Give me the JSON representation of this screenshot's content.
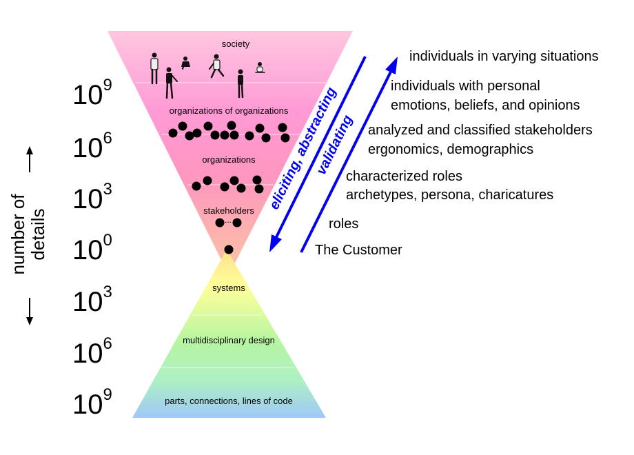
{
  "levels": {
    "upper": [
      {
        "base": "10",
        "exp": "9"
      },
      {
        "base": "10",
        "exp": "6"
      },
      {
        "base": "10",
        "exp": "3"
      },
      {
        "base": "10",
        "exp": "0"
      }
    ],
    "lower": [
      {
        "base": "10",
        "exp": "3"
      },
      {
        "base": "10",
        "exp": "6"
      },
      {
        "base": "10",
        "exp": "9"
      }
    ]
  },
  "axis": {
    "line1": "number of",
    "line2": "details"
  },
  "upper_funnel": {
    "society": "society",
    "org_of_orgs": "organizations of organizations",
    "organizations": "organizations",
    "stakeholders": "stakeholders",
    "stakeholders_dots": "..."
  },
  "lower_funnel": {
    "systems": "systems",
    "multidisciplinary": "multidisciplinary design",
    "parts": "parts, connections, lines of code"
  },
  "arrows": {
    "down_label": "eliciting, abstracting",
    "up_label": "validating",
    "color": "#0000ee"
  },
  "right_labels": {
    "l1": "individuals in varying situations",
    "l2a": "individuals with personal",
    "l2b": "emotions, beliefs, and opinions",
    "l3a": "analyzed and classified stakeholders",
    "l3b": "ergonomics, demographics",
    "l4a": "characterized roles",
    "l4b": "archetypes, persona, charicatures",
    "l5": "roles",
    "l6": "The Customer"
  }
}
